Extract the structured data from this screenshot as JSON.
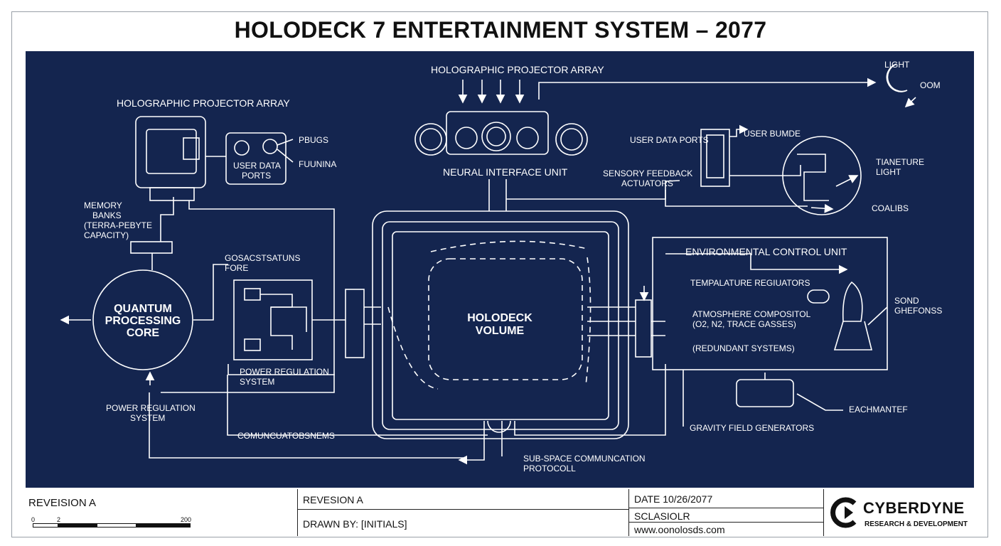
{
  "title": "HOLODECK 7 ENTERTAINMENT SYSTEM – 2077",
  "colors": {
    "panel": "#14254f",
    "line": "#ffffff"
  },
  "labels": {
    "projector_top": "HOLOGRAPHIC PROJECTOR ARRAY",
    "projector_left": "HOLOGRAPHIC PROJECTOR ARRAY",
    "light": "LIGHT",
    "oom": "OOM",
    "pbugs": "PBUGS",
    "fuunina": "FUUNINA",
    "user_data_ports_box": [
      "USER DATA",
      "PORTS"
    ],
    "neural_interface": "NEURAL INTERFACE UNIT",
    "user_data_ports": "USER DATA PORTS",
    "user_bumde": "USER BUMDE",
    "sensory_feedback": [
      "SENSORY FEEDBACK",
      "ACTUATORS"
    ],
    "tianeture": [
      "TIANETURE",
      "LIGHT"
    ],
    "coallbs": "COALIBS",
    "memory_banks": [
      "MEMORY",
      "BANKS",
      "(TERRA-PEBYTE",
      "CAPACITY)"
    ],
    "gosacst": [
      "GOSACSTSATUNS",
      "FORE"
    ],
    "quantum_core": [
      "QUANTUM",
      "PROCESSING",
      "CORE"
    ],
    "power_reg_inner": [
      "POWER REGULATION",
      "SYSTEM"
    ],
    "power_reg_outer": [
      "POWER REGULATION",
      "SYSTEM"
    ],
    "holodeck_volume": [
      "HOLODECK",
      "VOLUME"
    ],
    "env_control": "ENVIRONMENTAL CONTROL UNIT",
    "temp_regulators": "TEMPALATURE REGIUATORS",
    "atmos": [
      "ATMOSPHERE COMPOSITOL",
      "(O2, N2, TRACE GASSES)"
    ],
    "redundant": "(REDUNDANT SYSTEMS)",
    "sond": [
      "SOND",
      "GHEFONSS"
    ],
    "eachmantef": "EACHMANTEF",
    "gravity": "GRAVITY FIELD GENERATORS",
    "comm": "COMUNCUATOBSNEMS",
    "subspace": [
      "SUB-SPACE COMMUNCATION",
      "PROTOCOLL"
    ]
  },
  "title_block": {
    "revision_left": "REVEISION A",
    "scale_ticks": [
      "0",
      "2",
      "200"
    ],
    "revision_mid": "REVESION A",
    "drawn_by": "DRAWN BY: [INITIALS]",
    "date": "DATE 10/26/2077",
    "sclasiolr": "SCLASIOLR",
    "url": "www.oonolosds.com",
    "logo_name": "CYBERDYNE",
    "logo_sub": "RESEARCH & DEVELOPMENT"
  }
}
